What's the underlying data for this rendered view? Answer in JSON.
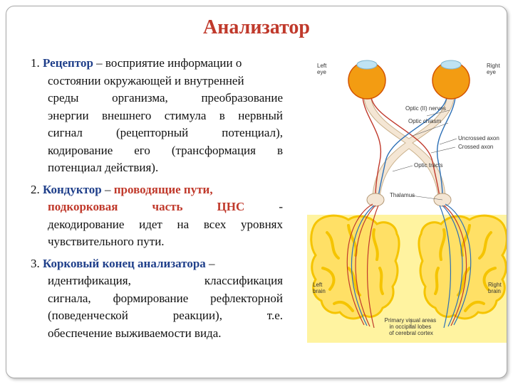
{
  "title": "Анализатор",
  "items": [
    {
      "number": "1.",
      "term": "Рецептор",
      "lines": [
        "– восприятие информации о",
        "состоянии окружающей и внутренней",
        "среды организма, преобразование",
        "энергии внешнего стимула в нервный",
        "сигнал (рецепторный потенциал),",
        "кодирование его (трансформация в",
        "потенциал действия)."
      ]
    },
    {
      "number": "2.",
      "term": "Кондуктор",
      "dash": "–",
      "highlight_1": "проводящие пути,",
      "highlight_2": "подкорковая часть ЦНС",
      "tail_1": "-",
      "lines": [
        "декодирование идет на всех уровнях",
        "чувствительного пути."
      ]
    },
    {
      "number": "3.",
      "term": "Корковый конец анализатора",
      "dash": "–",
      "lines": [
        "идентификация, классификация",
        "сигнала, формирование рефлекторной",
        "(поведенческой реакции), т.е.",
        "обеспечение выживаемости вида."
      ]
    }
  ],
  "figure": {
    "labels": {
      "left_eye": [
        "Left",
        "eye"
      ],
      "right_eye": [
        "Right",
        "eye"
      ],
      "optic_nerves": "Optic (II) nerves",
      "optic_chiasm": "Optic chiasm",
      "uncrossed_axon": "Uncrossed axon",
      "crossed_axon": "Crossed axon",
      "optic_tracts": "Optic tracts",
      "thalamus": "Thalamus",
      "left_brain": [
        "Left",
        "brain"
      ],
      "right_brain": [
        "Right",
        "brain"
      ],
      "primary_visual": [
        "Primary visual areas",
        "in occipital lobes",
        "of cerebral cortex"
      ]
    },
    "colors": {
      "eye_orange": "#f39c12",
      "cortex_yellow": "#ffe066",
      "cortex_fold": "#f5c400",
      "red_path": "#c0392b",
      "blue_path": "#2c6fb5",
      "nerve_fill": "#f4e6d4"
    }
  }
}
